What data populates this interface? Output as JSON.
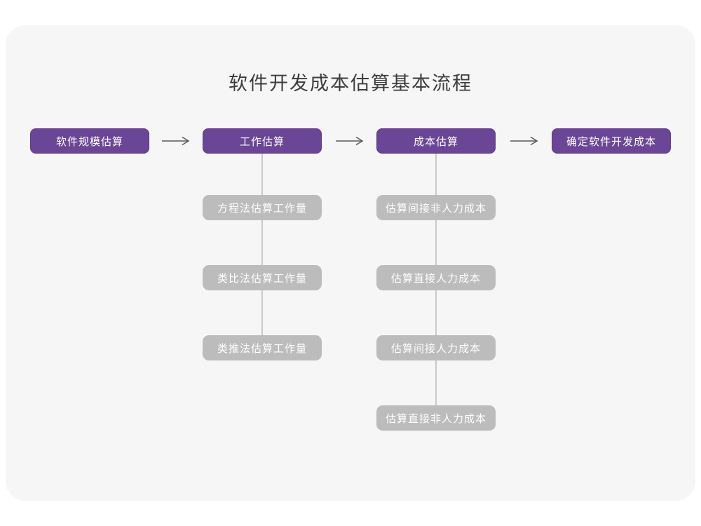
{
  "title": "软件开发成本估算基本流程",
  "colors": {
    "card_background": "#f6f6f7",
    "primary_node_fill": "#6b4596",
    "primary_node_border": "#5d3a85",
    "sub_node_fill": "#bcbcbc",
    "connector_line": "#c9c9c9",
    "arrow": "#595959",
    "title_text": "#3d3d3b",
    "node_text": "#ffffff"
  },
  "main_steps": [
    {
      "label": "软件规模估算"
    },
    {
      "label": "工作估算"
    },
    {
      "label": "成本估算"
    },
    {
      "label": "确定软件开发成本"
    }
  ],
  "work_estimation_methods": [
    "方程法估算工作量",
    "类比法估算工作量",
    "类推法估算工作量"
  ],
  "cost_estimation_steps": [
    "估算间接非人力成本",
    "估算直接人力成本",
    "估算间接人力成本",
    "估算直接非人力成本"
  ]
}
